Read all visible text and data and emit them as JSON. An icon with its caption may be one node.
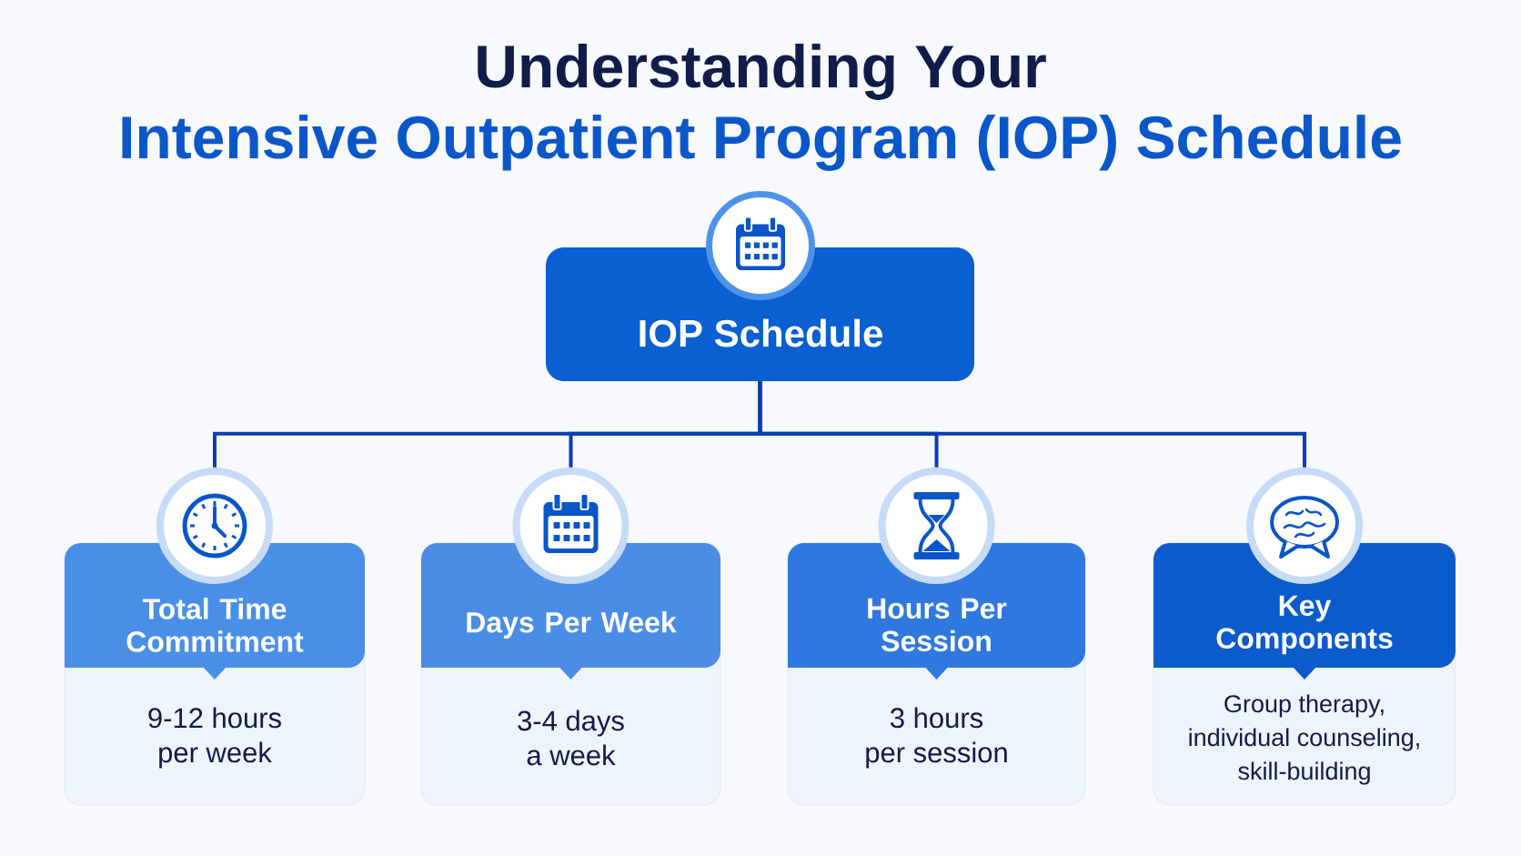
{
  "diagram": {
    "title": "Understanding Your Intensive Outpatient Program (IOP) Schedule",
    "nodes": [
      {
        "text": [
          "IOP Schedule"
        ]
      },
      {
        "text": [
          "Total Time Commitment",
          "9-12 hours per week"
        ]
      },
      {
        "text": [
          "Days Per Week",
          "3-4 days a week"
        ]
      },
      {
        "text": [
          "Hours Per Session",
          "3 hours per session"
        ]
      },
      {
        "text": [
          "Key Components",
          "Group therapy, individual counseling, skill-building"
        ]
      }
    ],
    "edges": [
      {
        "from": 0,
        "to": 1,
        "arrow": "none"
      },
      {
        "from": 0,
        "to": 2,
        "arrow": "none"
      },
      {
        "from": 0,
        "to": 3,
        "arrow": "none"
      },
      {
        "from": 0,
        "to": 4,
        "arrow": "none"
      }
    ]
  }
}
